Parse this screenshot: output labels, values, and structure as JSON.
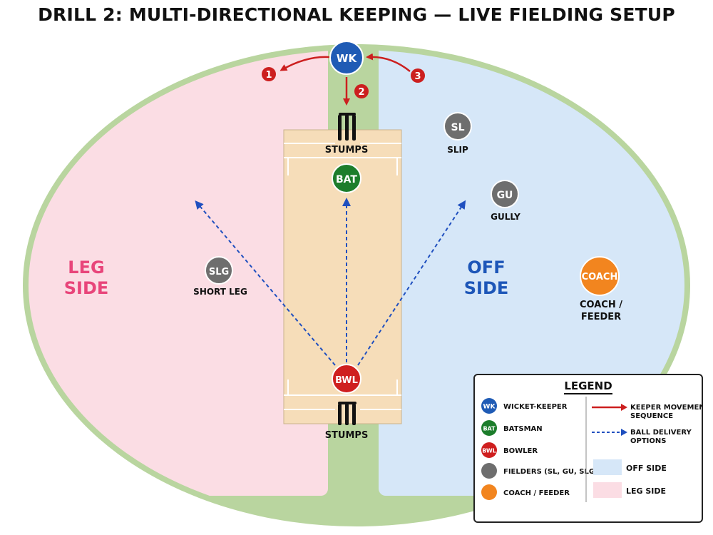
{
  "title": "DRILL 2: MULTI-DIRECTIONAL KEEPING — LIVE FIELDING SETUP",
  "colors": {
    "outfield": "#b9d59f",
    "leg_side": "#fbdde4",
    "off_side": "#d6e7f8",
    "pitch": "#f6ddb9",
    "keeper": "#1f5bb5",
    "batsman": "#1c7d2b",
    "bowler": "#cf1f1f",
    "fielder": "#6e6e6e",
    "coach": "#f2851f",
    "movement_arrow": "#cc1f1f",
    "delivery_arrow": "#1f4fbf",
    "leg_text": "#e8457a",
    "off_text": "#1d56b8"
  },
  "zones": {
    "leg": [
      "LEG",
      "SIDE"
    ],
    "off": [
      "OFF",
      "SIDE"
    ]
  },
  "stumps": {
    "top_label": "STUMPS",
    "bottom_label": "STUMPS"
  },
  "players": {
    "wk": {
      "abbr": "WK"
    },
    "bat": {
      "abbr": "BAT"
    },
    "bwl": {
      "abbr": "BWL"
    },
    "slip": {
      "abbr": "SL",
      "label": "SLIP"
    },
    "gully": {
      "abbr": "GU",
      "label": "GULLY"
    },
    "short_leg": {
      "abbr": "SLG",
      "label": "SHORT LEG"
    },
    "coach": {
      "abbr": "COACH",
      "label": [
        "COACH /",
        "FEEDER"
      ]
    }
  },
  "movement_steps": [
    "1",
    "2",
    "3"
  ],
  "legend": {
    "title": "LEGEND",
    "left_items": [
      {
        "abbr": "WK",
        "label": "WICKET-KEEPER",
        "color": "#1f5bb5"
      },
      {
        "abbr": "BAT",
        "label": "BATSMAN",
        "color": "#1c7d2b"
      },
      {
        "abbr": "BWL",
        "label": "BOWLER",
        "color": "#cf1f1f"
      },
      {
        "abbr": "",
        "label": "FIELDERS (SL, GU, SLG)",
        "color": "#6e6e6e"
      },
      {
        "abbr": "",
        "label": "COACH / FEEDER",
        "color": "#f2851f"
      }
    ],
    "movement": [
      "KEEPER MOVEMENT",
      "SEQUENCE"
    ],
    "delivery": [
      "BALL DELIVERY",
      "OPTIONS"
    ],
    "off_side": "OFF SIDE",
    "leg_side": "LEG SIDE"
  }
}
